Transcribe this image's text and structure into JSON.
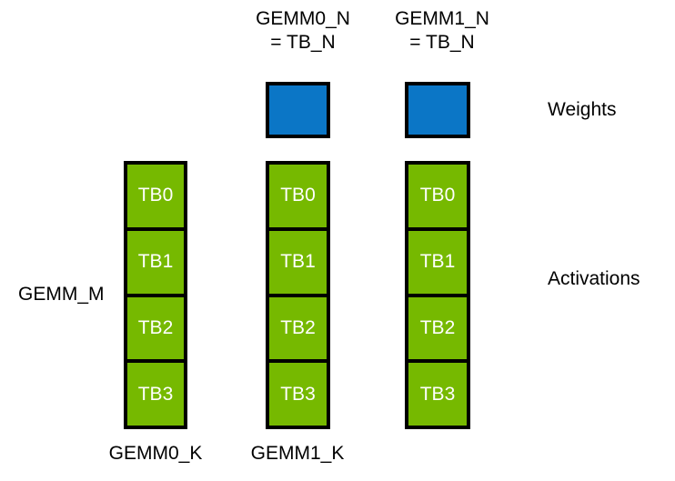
{
  "diagram": {
    "title_labels": [
      {
        "id": "gemm0-n",
        "text": "GEMM0_N\n= TB_N"
      },
      {
        "id": "gemm1-n",
        "text": "GEMM1_N\n= TB_N"
      }
    ],
    "row_labels": {
      "weights": "Weights",
      "activations": "Activations"
    },
    "side_label": "GEMM_M",
    "bottom_labels": [
      {
        "id": "gemm0-k",
        "text": "GEMM0_K"
      },
      {
        "id": "gemm1-k",
        "text": "GEMM1_K"
      }
    ],
    "weight_blocks": [
      {
        "id": "weight-block-0",
        "label": ""
      },
      {
        "id": "weight-block-1",
        "label": ""
      }
    ],
    "activation_columns": [
      {
        "id": "activation-column-0",
        "cells": [
          "TB0",
          "TB1",
          "TB2",
          "TB3"
        ]
      },
      {
        "id": "activation-column-1",
        "cells": [
          "TB0",
          "TB1",
          "TB2",
          "TB3"
        ]
      },
      {
        "id": "activation-column-2",
        "cells": [
          "TB0",
          "TB1",
          "TB2",
          "TB3"
        ]
      }
    ],
    "colors": {
      "weights_fill": "#0B76C6",
      "activations_fill": "#76B900",
      "border": "#000000",
      "cell_text": "#FFFFFF",
      "label_text": "#000000",
      "background": "#FFFFFF"
    }
  }
}
